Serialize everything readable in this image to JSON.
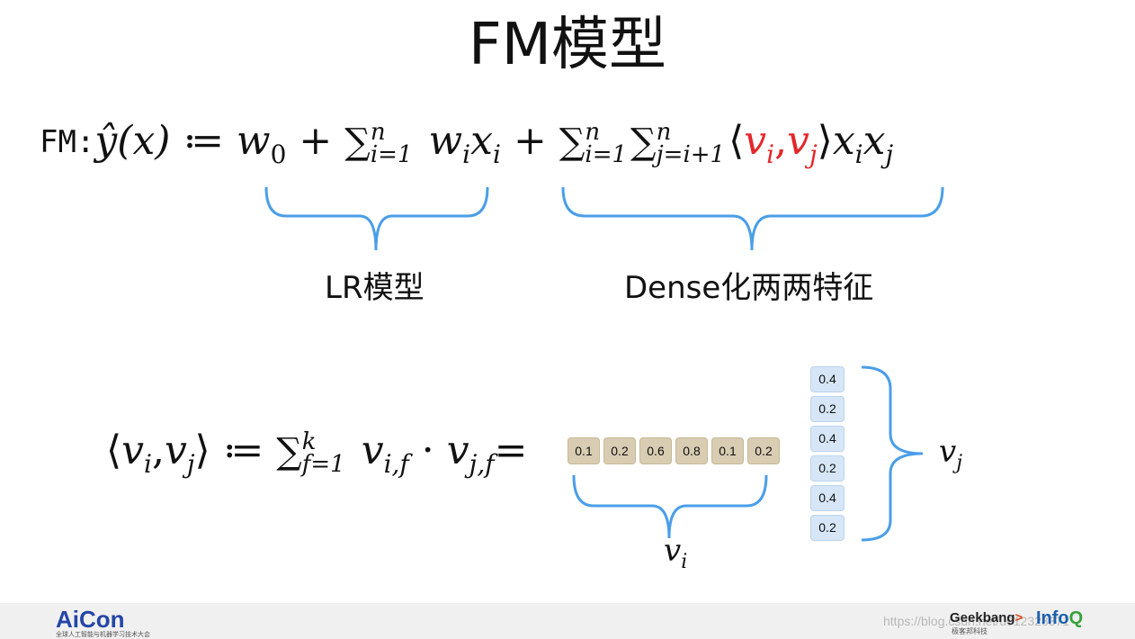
{
  "title": "FM模型",
  "equation1": {
    "prefix": "FM:",
    "lhs": "ŷ(x)",
    "assign": "≔",
    "w0": "w",
    "w0_sub": "0",
    "plus": "+",
    "sum": "∑",
    "sum1_upper": "n",
    "sum1_lower": "i=1",
    "term1": "w",
    "term1_sub": "i",
    "term1_x": "x",
    "term1_x_sub": "i",
    "sum2_upper": "n",
    "sum2_lower": "i=1",
    "sum3_upper": "n",
    "sum3_lower": "j=i+1",
    "langle": "⟨",
    "vi": "v",
    "vi_sub": "i",
    "comma": ",",
    "vj": "v",
    "vj_sub": "j",
    "rangle": "⟩",
    "xi": "x",
    "xi_sub": "i",
    "xj": "x",
    "xj_sub": "j"
  },
  "labels": {
    "lr": "LR模型",
    "dense": "Dense化两两特征"
  },
  "equation2": {
    "langle": "⟨",
    "vi": "v",
    "vi_sub": "i",
    "comma": ",",
    "vj": "v",
    "vj_sub": "j",
    "rangle": "⟩",
    "assign": "≔",
    "sum": "∑",
    "upper": "k",
    "lower": "f=1",
    "a": "v",
    "a_sub": "i,f",
    "dot": "·",
    "b": "v",
    "b_sub": "j,f",
    "equals": "="
  },
  "vector_vi": [
    "0.1",
    "0.2",
    "0.6",
    "0.8",
    "0.1",
    "0.2"
  ],
  "vector_vj": [
    "0.4",
    "0.2",
    "0.4",
    "0.2",
    "0.4",
    "0.2"
  ],
  "var_labels": {
    "vi": "v",
    "vi_sub": "i",
    "vj": "v",
    "vj_sub": "j"
  },
  "footer": {
    "aicon": "AiCon",
    "aicon_sub": "全球人工智能与机器学习技术大会",
    "geekbang": "Geekbang",
    "geekbang_arrow": ">",
    "geekbang_sub": "极客邦科技",
    "infoq_main": "Info",
    "infoq_q": "Q",
    "watermark": "https://blog.csdn.net/u012328371"
  },
  "colors": {
    "brace": "#4a9ee8",
    "highlight": "#e3272a",
    "vi_cell": "#d8ccb2",
    "vj_cell": "#d6e6f6"
  }
}
